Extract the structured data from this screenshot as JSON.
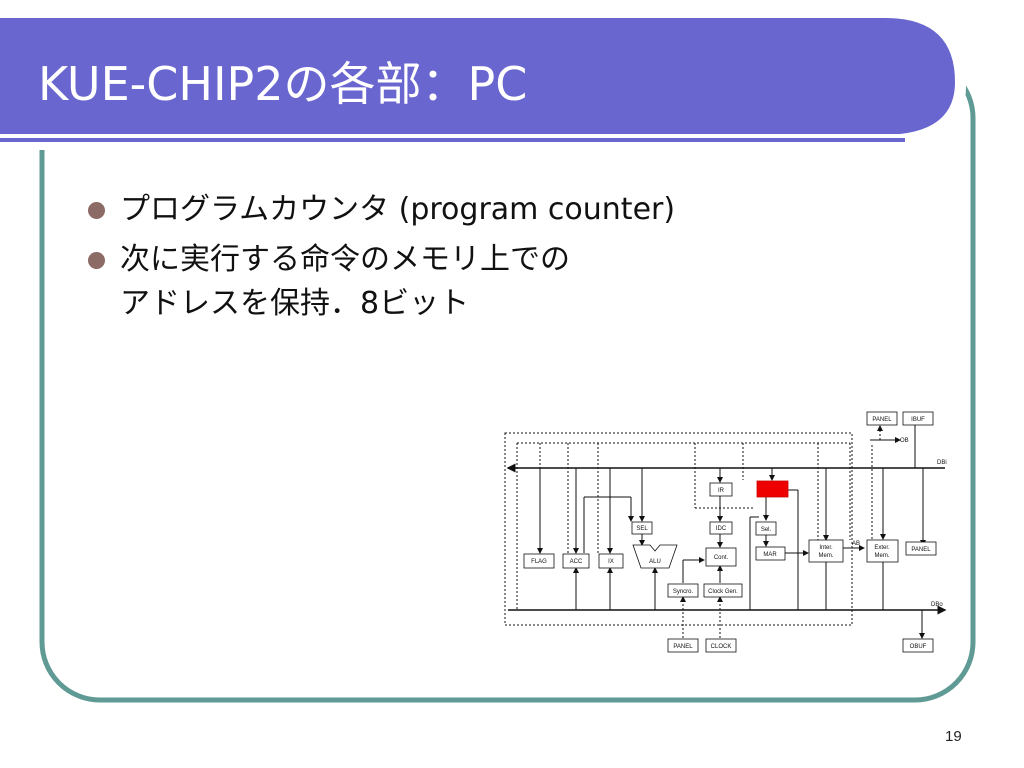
{
  "slide": {
    "title": "KUE-CHIP2の各部：PC",
    "page_number": "19",
    "colors": {
      "header": "#6a66d0",
      "frame": "#5f9a94",
      "bullet": "#8c6a66",
      "highlight": "#ee0000"
    }
  },
  "bullets": [
    {
      "line1": "プログラムカウンタ (program counter)",
      "line2": ""
    },
    {
      "line1": "次に実行する命令のメモリ上での",
      "line2": "アドレスを保持．8ビット"
    }
  ],
  "diagram": {
    "labels": {
      "panel_top": "PANEL",
      "ibuf": "IBUF",
      "ob": "OB",
      "dbi": "DBi",
      "ir": "IR",
      "sel": "SEL",
      "idc": "IDC",
      "sel2": "Sel.",
      "flag": "FLAG",
      "acc": "ACC",
      "ix": "IX",
      "alu": "ALU",
      "cont": "Cont.",
      "mar": "MAR",
      "inter1": "Inter.",
      "inter2": "Mem.",
      "ab": "AB",
      "exter1": "Exter.",
      "exter2": "Mem.",
      "panel_right": "PANEL",
      "syncro": "Syncro.",
      "clockgen": "Clock Gen.",
      "dbo": "DBo",
      "panel_bottom": "PANEL",
      "clock": "CLOCK",
      "obuf": "OBUF"
    }
  }
}
